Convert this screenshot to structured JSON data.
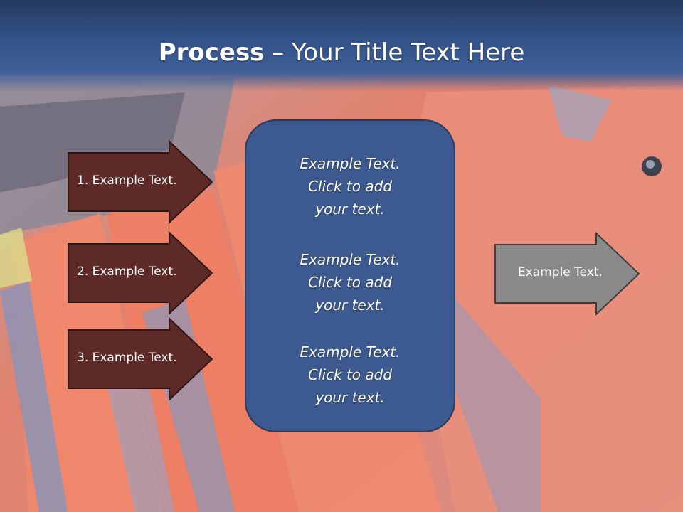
{
  "slide": {
    "title_bold": "Process",
    "title_rest": " – Your Title Text Here"
  },
  "left_arrows": [
    {
      "label": "1. Example Text."
    },
    {
      "label": "2. Example Text."
    },
    {
      "label": "3. Example Text."
    }
  ],
  "center_box": {
    "items": [
      {
        "line1": "Example Text.",
        "line2": "Click  to add",
        "line3": "your text."
      },
      {
        "line1": "Example Text.",
        "line2": "Click  to add",
        "line3": "your text."
      },
      {
        "line1": "Example Text.",
        "line2": "Click  to add",
        "line3": "your text."
      }
    ]
  },
  "right_arrow": {
    "label": "Example Text."
  },
  "colors": {
    "title_bar": "#34538a",
    "left_arrow_fill": "#5e2a27",
    "center_box_fill": "#3d5a90",
    "right_arrow_fill": "#8a8a8a"
  }
}
